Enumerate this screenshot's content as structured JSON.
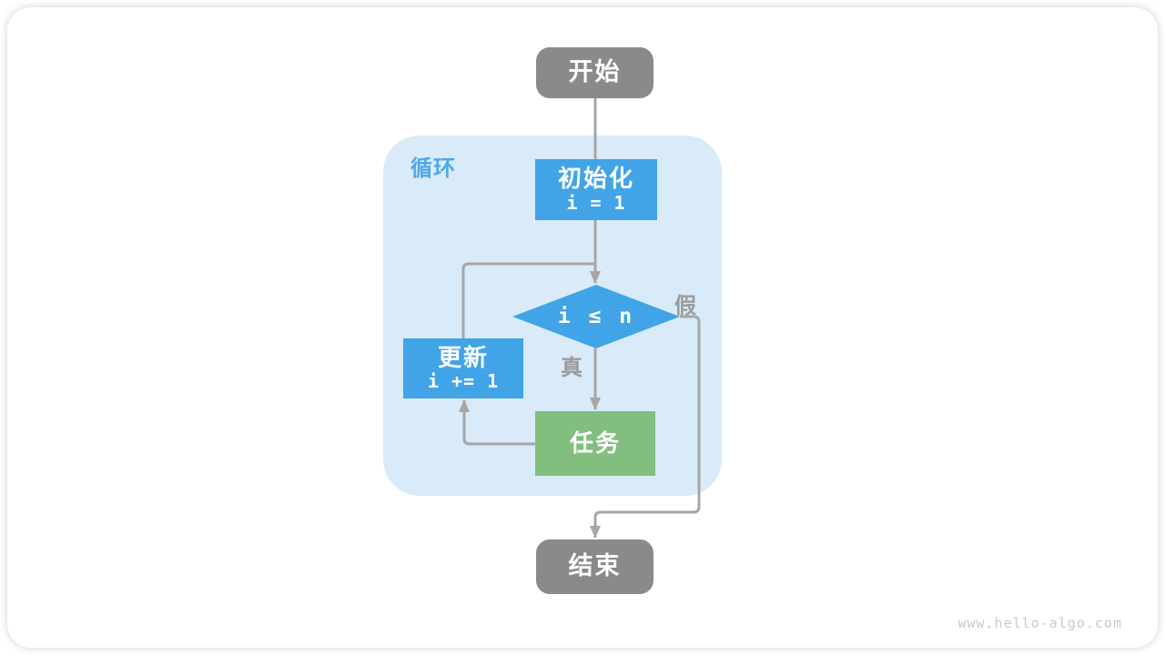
{
  "diagram": {
    "type": "flowchart",
    "loop_container": {
      "label": "循环"
    },
    "nodes": [
      {
        "id": "start",
        "shape": "terminal",
        "label": "开始"
      },
      {
        "id": "init",
        "shape": "process",
        "label": "初始化",
        "code": "i = 1"
      },
      {
        "id": "cond",
        "shape": "decision",
        "code": "i ≤ n"
      },
      {
        "id": "update",
        "shape": "process",
        "label": "更新",
        "code": "i += 1"
      },
      {
        "id": "task",
        "shape": "process",
        "label": "任务"
      },
      {
        "id": "end",
        "shape": "terminal",
        "label": "结束"
      }
    ],
    "edge_labels": {
      "true_label": "真",
      "false_label": "假"
    },
    "watermark": "www.hello-algo.com"
  },
  "colors": {
    "node_blue": "#41a4e6",
    "node_green": "#82be7d",
    "node_gray": "#8a8a8a",
    "container_blue": "#d9eaf8",
    "loop_label_blue": "#4fa8e8",
    "connector_gray": "#a6a6a6",
    "edge_label_gray": "#9b9b9b",
    "watermark_gray": "#c9c9c9"
  }
}
